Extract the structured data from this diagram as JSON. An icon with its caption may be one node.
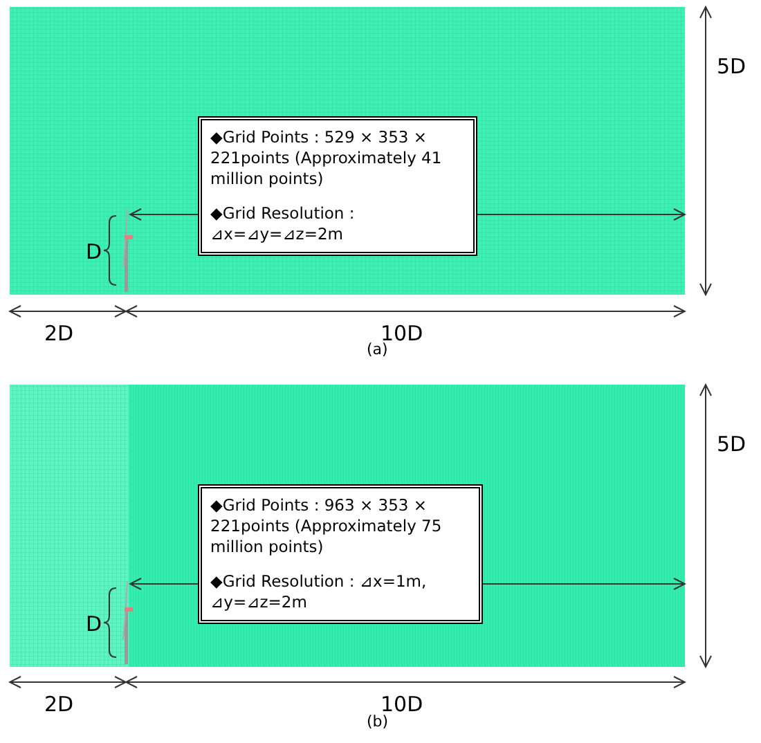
{
  "diagram": {
    "nodes": [
      {
        "text": [
          "◆Grid Points : 529 × 353 × 221points (Approximately 41 million points)",
          "◆Grid Resolution : ⊿x=⊿y=⊿z=2m"
        ]
      },
      {
        "text": [
          "◆Grid Points : 963 × 353 × 221points (Approximately 75 million points)",
          "◆Grid Resolution : ⊿x=1m, ⊿y=⊿z=2m"
        ]
      }
    ],
    "edges": [],
    "labels": [
      "5D",
      "D",
      "2D",
      "10D",
      "(a)",
      "5D",
      "D",
      "2D",
      "10D",
      "(b)"
    ]
  }
}
